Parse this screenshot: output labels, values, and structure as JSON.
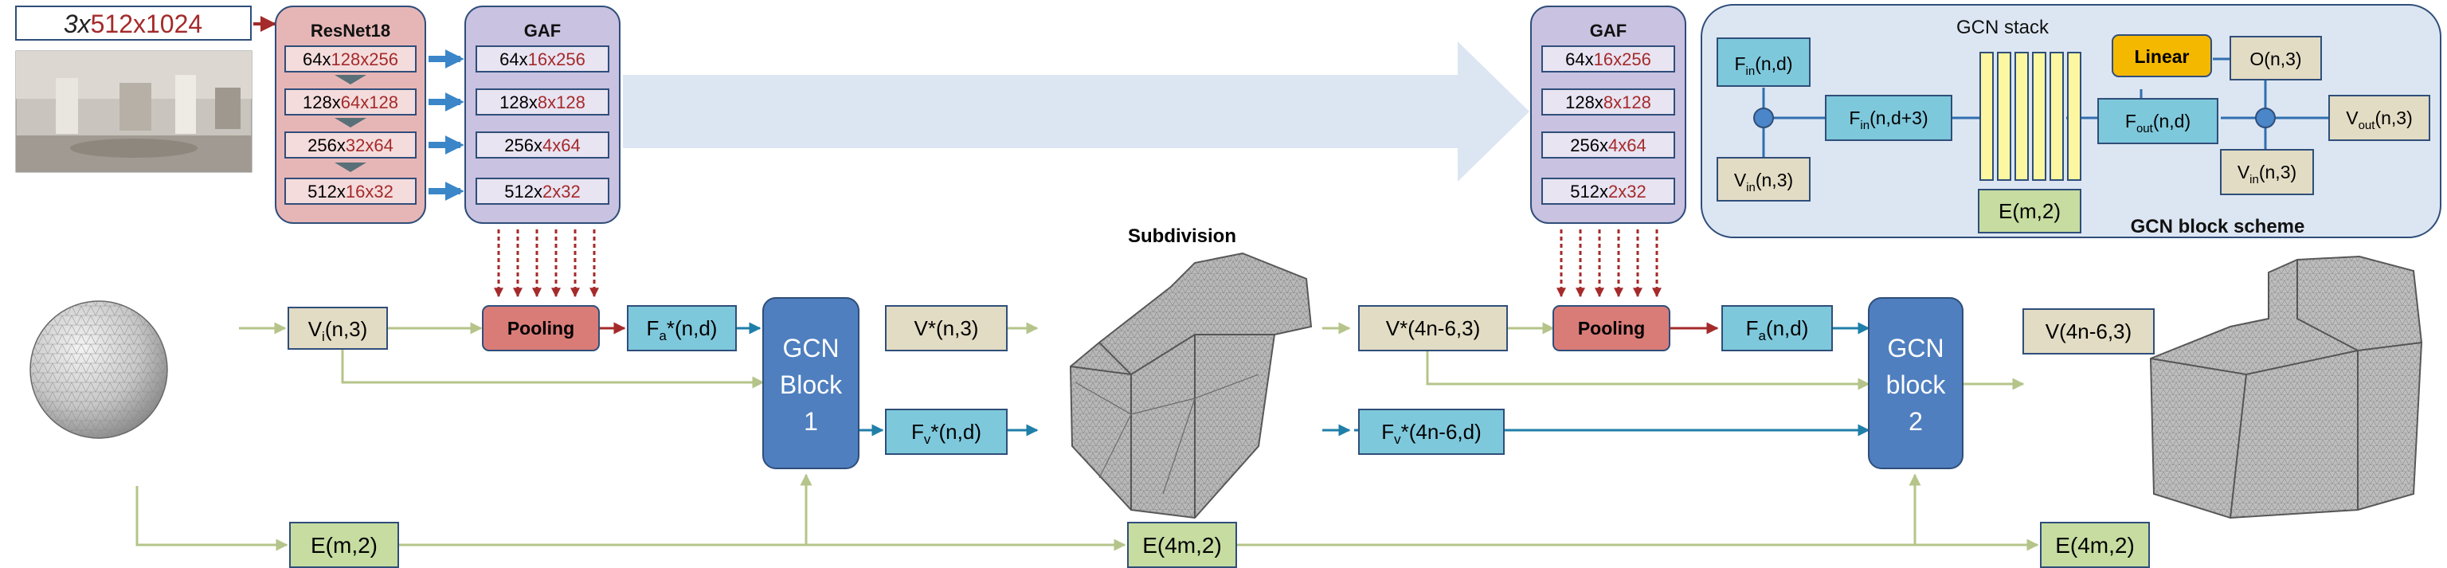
{
  "input": {
    "prefix": "3x",
    "dims": "512x1024"
  },
  "resnet": {
    "title": "ResNet18",
    "rows": [
      {
        "a": "64x",
        "b": "128x256"
      },
      {
        "a": "128x",
        "b": "64x128"
      },
      {
        "a": "256x",
        "b": "32x64"
      },
      {
        "a": "512x",
        "b": "16x32"
      }
    ]
  },
  "gaf1": {
    "title": "GAF",
    "rows": [
      {
        "a": "64x",
        "b": "16x256"
      },
      {
        "a": "128x",
        "b": "8x128"
      },
      {
        "a": "256x",
        "b": "4x64"
      },
      {
        "a": "512x",
        "b": "2x32"
      }
    ]
  },
  "gaf2": {
    "title": "GAF",
    "rows": [
      {
        "a": "64x",
        "b": "16x256"
      },
      {
        "a": "128x",
        "b": "8x128"
      },
      {
        "a": "256x",
        "b": "4x64"
      },
      {
        "a": "512x",
        "b": "2x32"
      }
    ]
  },
  "scheme": {
    "title": "GCN stack",
    "caption": "GCN block scheme",
    "fin": {
      "main": "F",
      "sub": "in",
      "rest": "(n,d)"
    },
    "vin": {
      "main": "V",
      "sub": "in",
      "rest": "(n,3)"
    },
    "fin2": {
      "main": "F",
      "sub": "in",
      "rest": "(n,d+3)"
    },
    "edges": "E(m,2)",
    "fout": {
      "main": "F",
      "sub": "out",
      "rest": "(n,d)"
    },
    "linear": "Linear",
    "o": "O(n,3)",
    "vin2": {
      "main": "V",
      "sub": "in",
      "rest": "(n,3)"
    },
    "vout": {
      "main": "V",
      "sub": "out",
      "rest": "(n,3)"
    }
  },
  "pipeline": {
    "vi": {
      "main": "V",
      "sub": "i",
      "rest": "(n,3)"
    },
    "pooling1": "Pooling",
    "fa1": {
      "main": "F",
      "sub": "a",
      "rest": "*(n,d)"
    },
    "gcn1": [
      "GCN",
      "Block",
      "1"
    ],
    "vstar": "V*(n,3)",
    "fv1": {
      "main": "F",
      "sub": "v",
      "rest": "*(n,d)"
    },
    "subdivision": "Subdivision",
    "vstar2": "V*(4n-6,3)",
    "pooling2": "Pooling",
    "fa2": {
      "main": "F",
      "sub": "a",
      "rest": "(n,d)"
    },
    "fv2": {
      "main": "F",
      "sub": "v",
      "rest": "*(4n-6,d)"
    },
    "gcn2": [
      "GCN",
      "block",
      "2"
    ],
    "vout": "V(4n-6,3)",
    "e1": "E(m,2)",
    "e2": "E(4m,2)",
    "e3": "E(4m,2)"
  },
  "colors": {
    "olive": "#b5c48a",
    "blue_arrow": "#3a86c8",
    "red": "#a52a2a",
    "teal": "#1f7fa8",
    "gcn_fill": "#4f7fbf",
    "pale_blue": "#dce6f2"
  },
  "icons": [
    "sphere-icon",
    "panorama-icon",
    "mesh-icon",
    "room-mesh-icon"
  ]
}
